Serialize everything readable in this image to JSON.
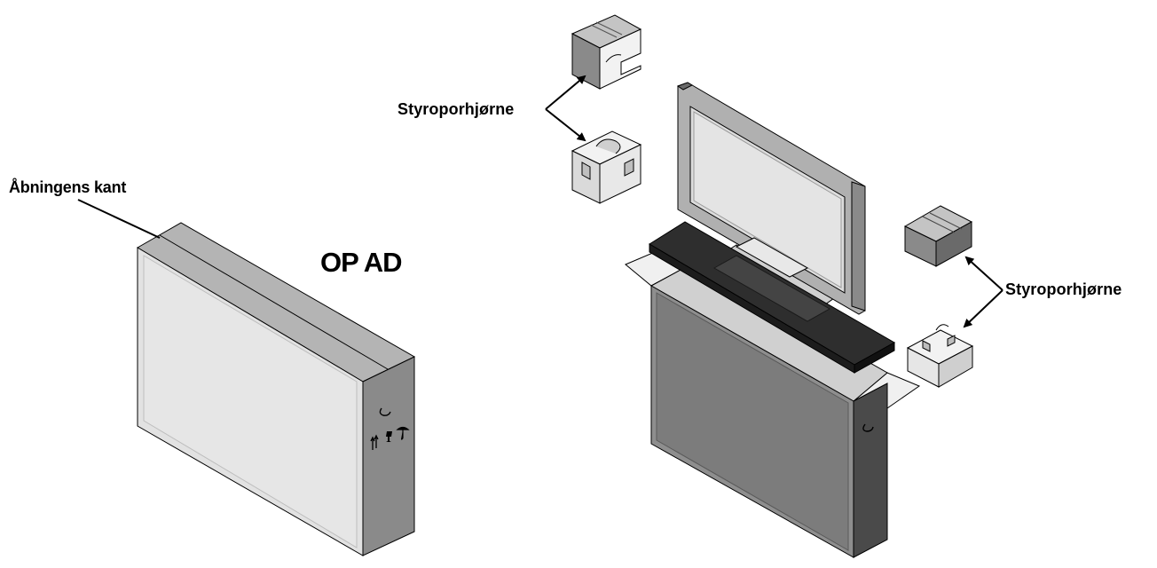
{
  "labels": {
    "opening_edge": "Åbningens kant",
    "this_way_up": "OP AD",
    "styrofoam_corners_left": "Styroporhjørne",
    "styrofoam_corners_right": "Styroporhjørne"
  },
  "colors": {
    "box_front": "#e2e2e2",
    "box_side": "#8a8a8a",
    "box_top": "#b4b4b4",
    "foam_light": "#f2f2f2",
    "foam_mid": "#c4c4c4",
    "foam_dark": "#777777",
    "tv_frame": "#b0b0b0",
    "tv_screen": "#dcdcdc",
    "line": "#000000"
  },
  "icons": {
    "box_side_symbols": [
      "hook-icon",
      "fragile-glass-icon",
      "keep-dry-umbrella-icon",
      "this-side-up-arrows-icon"
    ]
  }
}
